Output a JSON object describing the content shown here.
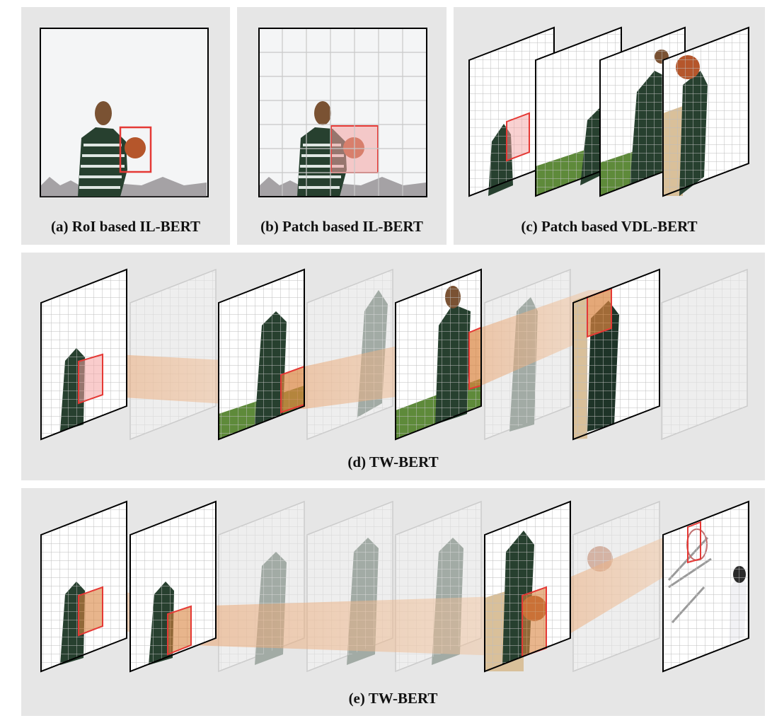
{
  "panels": {
    "a": {
      "caption": "(a) RoI based IL-BERT"
    },
    "b": {
      "caption": "(b) Patch based IL-BERT"
    },
    "c": {
      "caption": "(c) Patch based VDL-BERT"
    },
    "d": {
      "caption": "(d) TW-BERT"
    },
    "e": {
      "caption": "(e) TW-BERT"
    }
  },
  "colors": {
    "panel_bg": "#e6e6e6",
    "highlight": "#e53935",
    "highlight_fill": "#f4a3a3",
    "trail": "#e8a06a",
    "sky": "#eef0f2",
    "grass": "#5e8a3a",
    "shirt": "#27402f",
    "ball": "#b5562b"
  }
}
